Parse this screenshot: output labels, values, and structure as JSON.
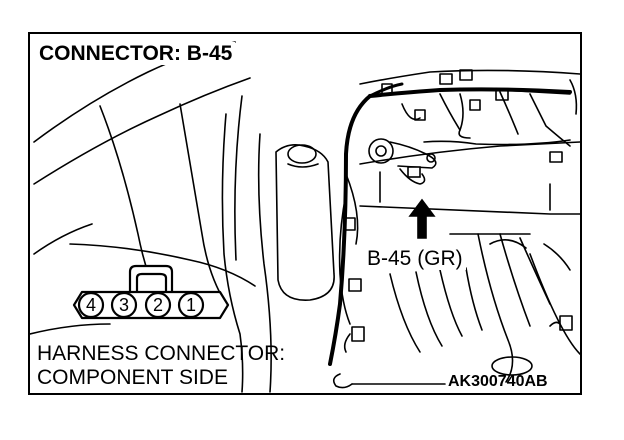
{
  "title": "CONNECTOR: B-45",
  "callout": "B-45 (GR)",
  "caption": {
    "line1": "HARNESS CONNECTOR:",
    "line2": "COMPONENT SIDE"
  },
  "figure_code": "AK300740AB",
  "connector": {
    "pins": [
      "4",
      "3",
      "2",
      "1"
    ]
  },
  "colors": {
    "ink": "#000000",
    "background": "#ffffff"
  }
}
